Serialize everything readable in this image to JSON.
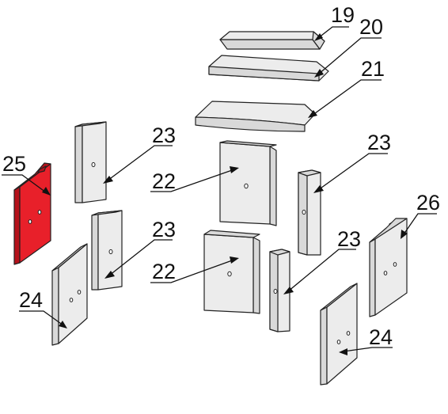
{
  "diagram": {
    "labels": {
      "p19": "19",
      "p20": "20",
      "p21": "21",
      "p22a": "22",
      "p22b": "22",
      "p23a": "23",
      "p23b": "23",
      "p23c": "23",
      "p23d": "23",
      "p24a": "24",
      "p24b": "24",
      "p25": "25",
      "p26": "26"
    },
    "highlight_part": "25",
    "colors": {
      "highlight": "#e8202a",
      "part_fill": "#ececec",
      "outline": "#222222"
    }
  }
}
